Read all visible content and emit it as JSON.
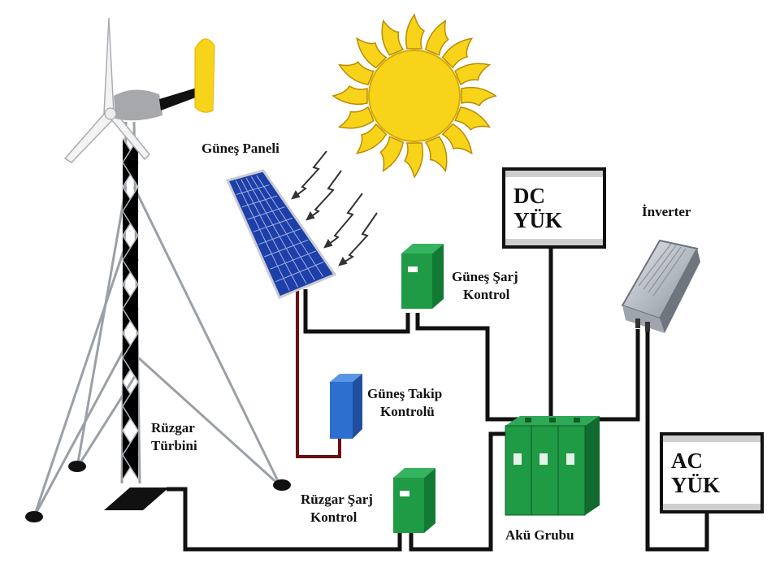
{
  "title": "Rüzgar-Güneş Hibrit Enerji Sistemi",
  "labels": {
    "solar_panel": "Güneş Paneli",
    "solar_charge_line1": "Güneş Şarj",
    "solar_charge_line2": "Kontrol",
    "tracker_line1": "Güneş Takip",
    "tracker_line2": "Kontrolü",
    "wind_turbine_line1": "Rüzgar",
    "wind_turbine_line2": "Türbini",
    "wind_charge_line1": "Rüzgar Şarj",
    "wind_charge_line2": "Kontrol",
    "battery_bank": "Akü Grubu",
    "inverter": "İnverter",
    "dc_load": "DC YÜK",
    "ac_load": "AC YÜK"
  },
  "icons": {
    "sun": "sun-icon",
    "wind_turbine": "wind-turbine-icon",
    "solar_panel": "solar-panel-icon",
    "charge_controller": "charge-controller-icon",
    "tracker": "tracker-controller-icon",
    "battery": "battery-bank-icon",
    "inverter": "inverter-icon"
  },
  "colors": {
    "controller_green": "#1f9a45",
    "tracker_blue": "#2d6fcf",
    "sun_yellow": "#f7d31a",
    "panel_blue": "#1e3fa8",
    "wire_black": "#111111",
    "wire_red": "#6a1010",
    "load_box_gray": "#cfcfcf"
  }
}
